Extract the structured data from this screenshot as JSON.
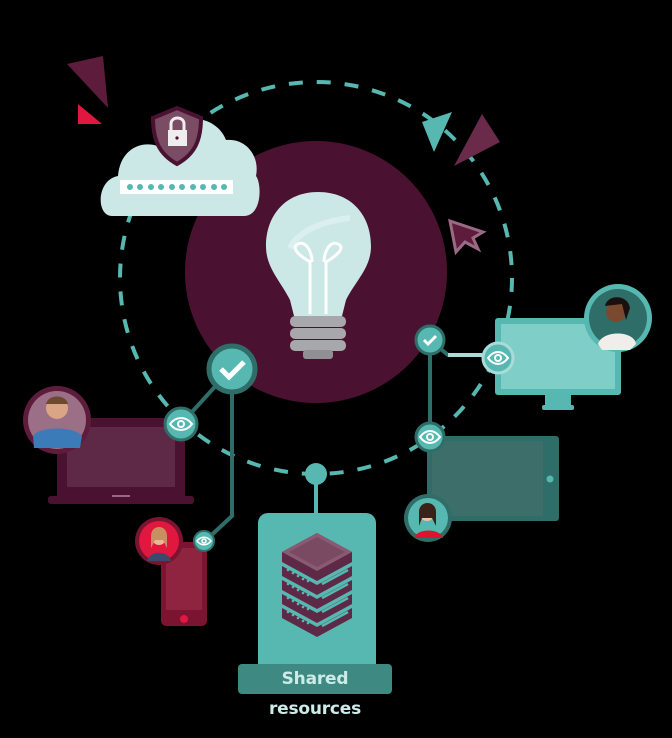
{
  "caption": {
    "label": "Shared resources"
  },
  "colors": {
    "background": "#000000",
    "plum": "#4a1230",
    "plum_light": "#5e2946",
    "teal": "#56b8b1",
    "teal_dark": "#2f6e68",
    "teal_light": "#cbe8e6",
    "crimson": "#e0183f",
    "mauve": "#8a5a72"
  },
  "nodes": [
    {
      "id": "cloud-lock",
      "icon": "padlock-shield-icon",
      "password_dots": 10
    },
    {
      "id": "lightbulb",
      "icon": "lightbulb-icon"
    },
    {
      "id": "laptop",
      "icon": "laptop-icon",
      "user": "man-avatar"
    },
    {
      "id": "phone",
      "icon": "smartphone-icon",
      "user": "woman-avatar"
    },
    {
      "id": "monitor",
      "icon": "monitor-icon",
      "user": "woman-laughing-avatar"
    },
    {
      "id": "tablet",
      "icon": "tablet-icon",
      "user": "woman-pointing-avatar"
    },
    {
      "id": "server",
      "icon": "server-stack-icon"
    }
  ],
  "badges": [
    {
      "type": "check",
      "icon": "check-icon"
    },
    {
      "type": "check",
      "icon": "check-icon"
    },
    {
      "type": "view",
      "icon": "eye-icon"
    },
    {
      "type": "view",
      "icon": "eye-icon"
    },
    {
      "type": "view",
      "icon": "eye-icon"
    },
    {
      "type": "view",
      "icon": "eye-icon"
    }
  ]
}
